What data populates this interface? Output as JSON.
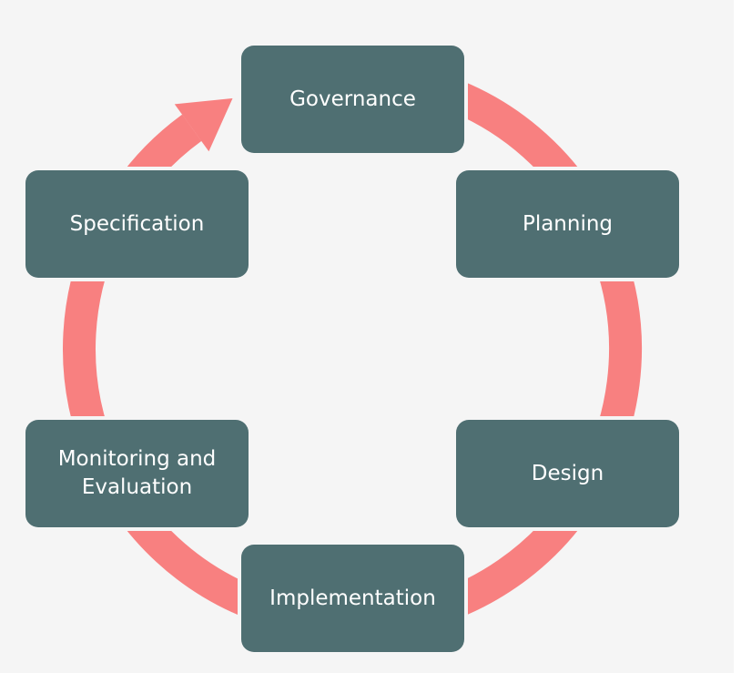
{
  "title": "Governance cycle",
  "colors": {
    "box": "#4f6f72",
    "arrow": "#f88080",
    "background": "#f5f5f5"
  },
  "stages": [
    {
      "label": "Governance"
    },
    {
      "label": "Planning"
    },
    {
      "label": "Design"
    },
    {
      "label": "Implementation"
    },
    {
      "label": "Monitoring and Evaluation"
    },
    {
      "label": "Specification"
    }
  ]
}
